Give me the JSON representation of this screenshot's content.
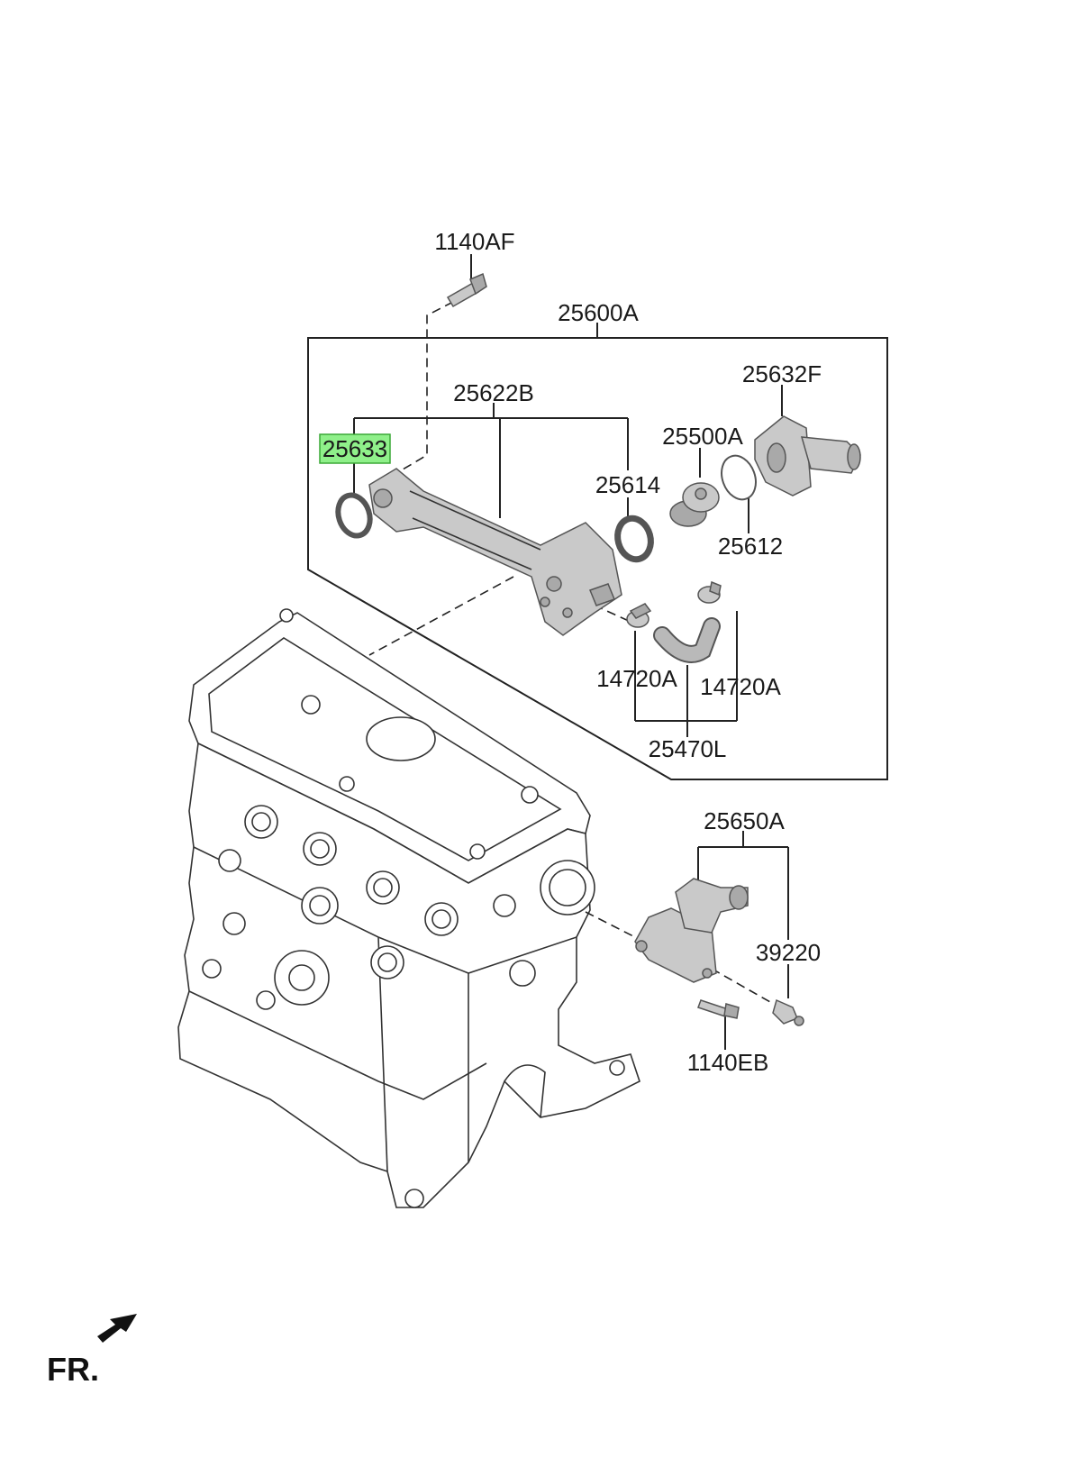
{
  "labels": {
    "p1140AF": "1140AF",
    "p25600A": "25600A",
    "p25622B": "25622B",
    "p25633": "25633",
    "p25614": "25614",
    "p25500A": "25500A",
    "p25632F": "25632F",
    "p25612": "25612",
    "p14720A_left": "14720A",
    "p14720A_right": "14720A",
    "p25470L": "25470L",
    "p25650A": "25650A",
    "p39220": "39220",
    "p1140EB": "1140EB",
    "front": "FR."
  },
  "highlight": {
    "part": "25633",
    "fill": "#8ff08a",
    "stroke": "#3aa836"
  },
  "icons": {
    "front_arrow": "arrow-left-down-icon"
  }
}
